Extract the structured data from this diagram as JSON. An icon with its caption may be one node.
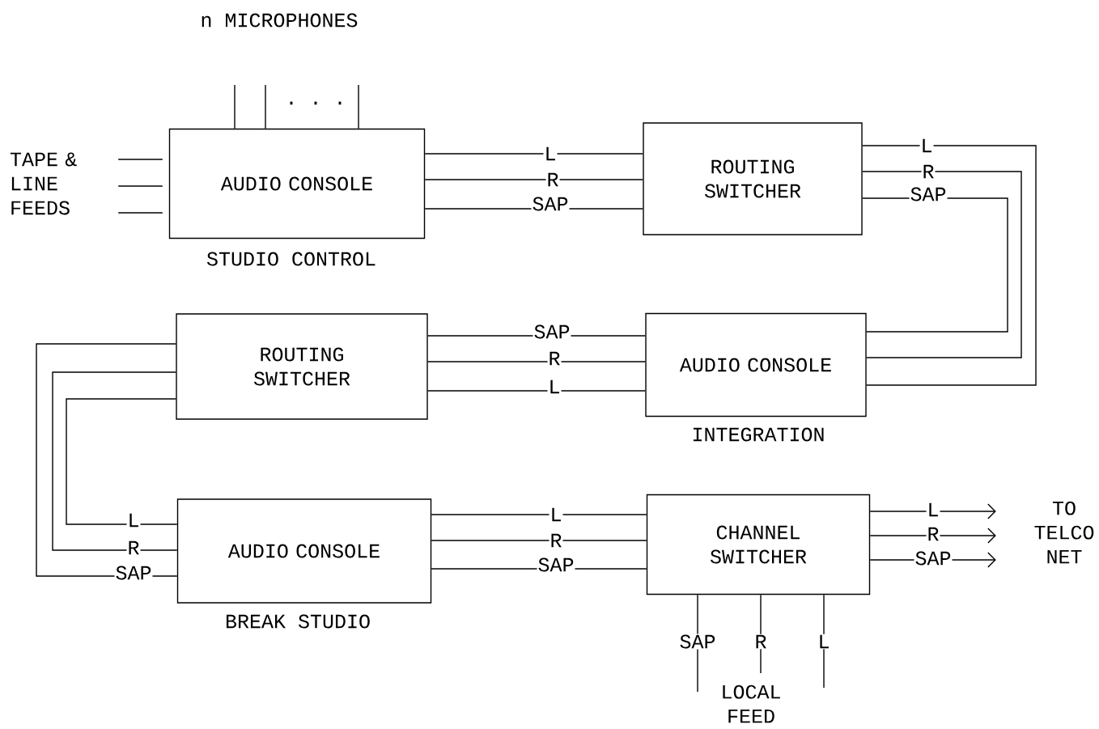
{
  "diagram": {
    "nodes": [
      {
        "text": [
          "TAPE & LINE FEEDS"
        ]
      },
      {
        "text": [
          "AUDIO CONSOLE"
        ],
        "beside": [
          "STUDIO CONTROL"
        ]
      },
      {
        "text": [
          "ROUTING SWITCHER"
        ]
      },
      {
        "text": [
          "ROUTING SWITCHER"
        ]
      },
      {
        "text": [
          "AUDIO CONSOLE"
        ],
        "beside": [
          "INTEGRATION"
        ]
      },
      {
        "text": [
          "AUDIO CONSOLE"
        ],
        "beside": [
          "BREAK STUDIO"
        ]
      },
      {
        "text": [
          "CHANNEL SWITCHER"
        ]
      },
      {
        "text": [
          "TO TELCO NET"
        ]
      }
    ],
    "edges": [
      {
        "from": 0,
        "to": 1,
        "arrow": "none"
      },
      {
        "from": 0,
        "to": 1,
        "arrow": "none"
      },
      {
        "from": 0,
        "to": 1,
        "arrow": "none"
      },
      {
        "from": null,
        "to": 1,
        "arrow": "none"
      },
      {
        "from": null,
        "to": 1,
        "arrow": "none"
      },
      {
        "from": null,
        "to": 1,
        "arrow": "none"
      },
      {
        "from": 1,
        "to": 2,
        "arrow": "none",
        "label": "L"
      },
      {
        "from": 1,
        "to": 2,
        "arrow": "none",
        "label": "R"
      },
      {
        "from": 1,
        "to": 2,
        "arrow": "none",
        "label": "SAP"
      },
      {
        "from": 2,
        "to": 4,
        "arrow": "none",
        "label": "L"
      },
      {
        "from": 2,
        "to": 4,
        "arrow": "none",
        "label": "R"
      },
      {
        "from": 2,
        "to": 4,
        "arrow": "none",
        "label": "SAP"
      },
      {
        "from": 4,
        "to": 3,
        "arrow": "none",
        "label": "SAP"
      },
      {
        "from": 4,
        "to": 3,
        "arrow": "none",
        "label": "R"
      },
      {
        "from": 4,
        "to": 3,
        "arrow": "none",
        "label": "L"
      },
      {
        "from": 3,
        "to": 5,
        "arrow": "none",
        "label": "SAP"
      },
      {
        "from": 3,
        "to": 5,
        "arrow": "none",
        "label": "R"
      },
      {
        "from": 3,
        "to": 5,
        "arrow": "none",
        "label": "L"
      },
      {
        "from": 5,
        "to": 6,
        "arrow": "none",
        "label": "L"
      },
      {
        "from": 5,
        "to": 6,
        "arrow": "none",
        "label": "R"
      },
      {
        "from": 5,
        "to": 6,
        "arrow": "none",
        "label": "SAP"
      },
      {
        "from": 6,
        "to": 7,
        "arrow": "to",
        "label": "L"
      },
      {
        "from": 6,
        "to": 7,
        "arrow": "to",
        "label": "R"
      },
      {
        "from": 6,
        "to": 7,
        "arrow": "to",
        "label": "SAP"
      },
      {
        "from": null,
        "to": 6,
        "arrow": "none",
        "label": "SAP"
      },
      {
        "from": null,
        "to": 6,
        "arrow": "none",
        "label": "R"
      },
      {
        "from": null,
        "to": 6,
        "arrow": "none",
        "label": "L"
      }
    ],
    "labels": [
      "n MICROPHONES",
      "· · ·",
      "LOCAL FEED"
    ]
  }
}
